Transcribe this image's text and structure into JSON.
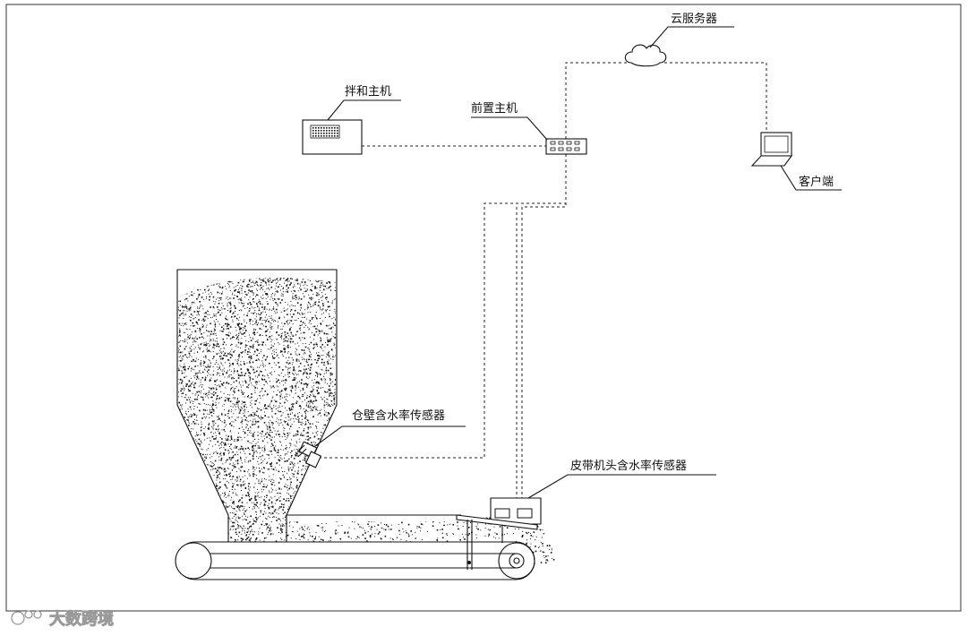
{
  "labels": {
    "cloud_server": "云服务器",
    "mixing_host": "拌和主机",
    "front_host": "前置主机",
    "client": "客户端",
    "bin_wall_sensor": "仓壁含水率传感器",
    "belt_head_sensor": "皮带机头含水率传感器"
  },
  "watermark": {
    "text": "大数跨境"
  }
}
